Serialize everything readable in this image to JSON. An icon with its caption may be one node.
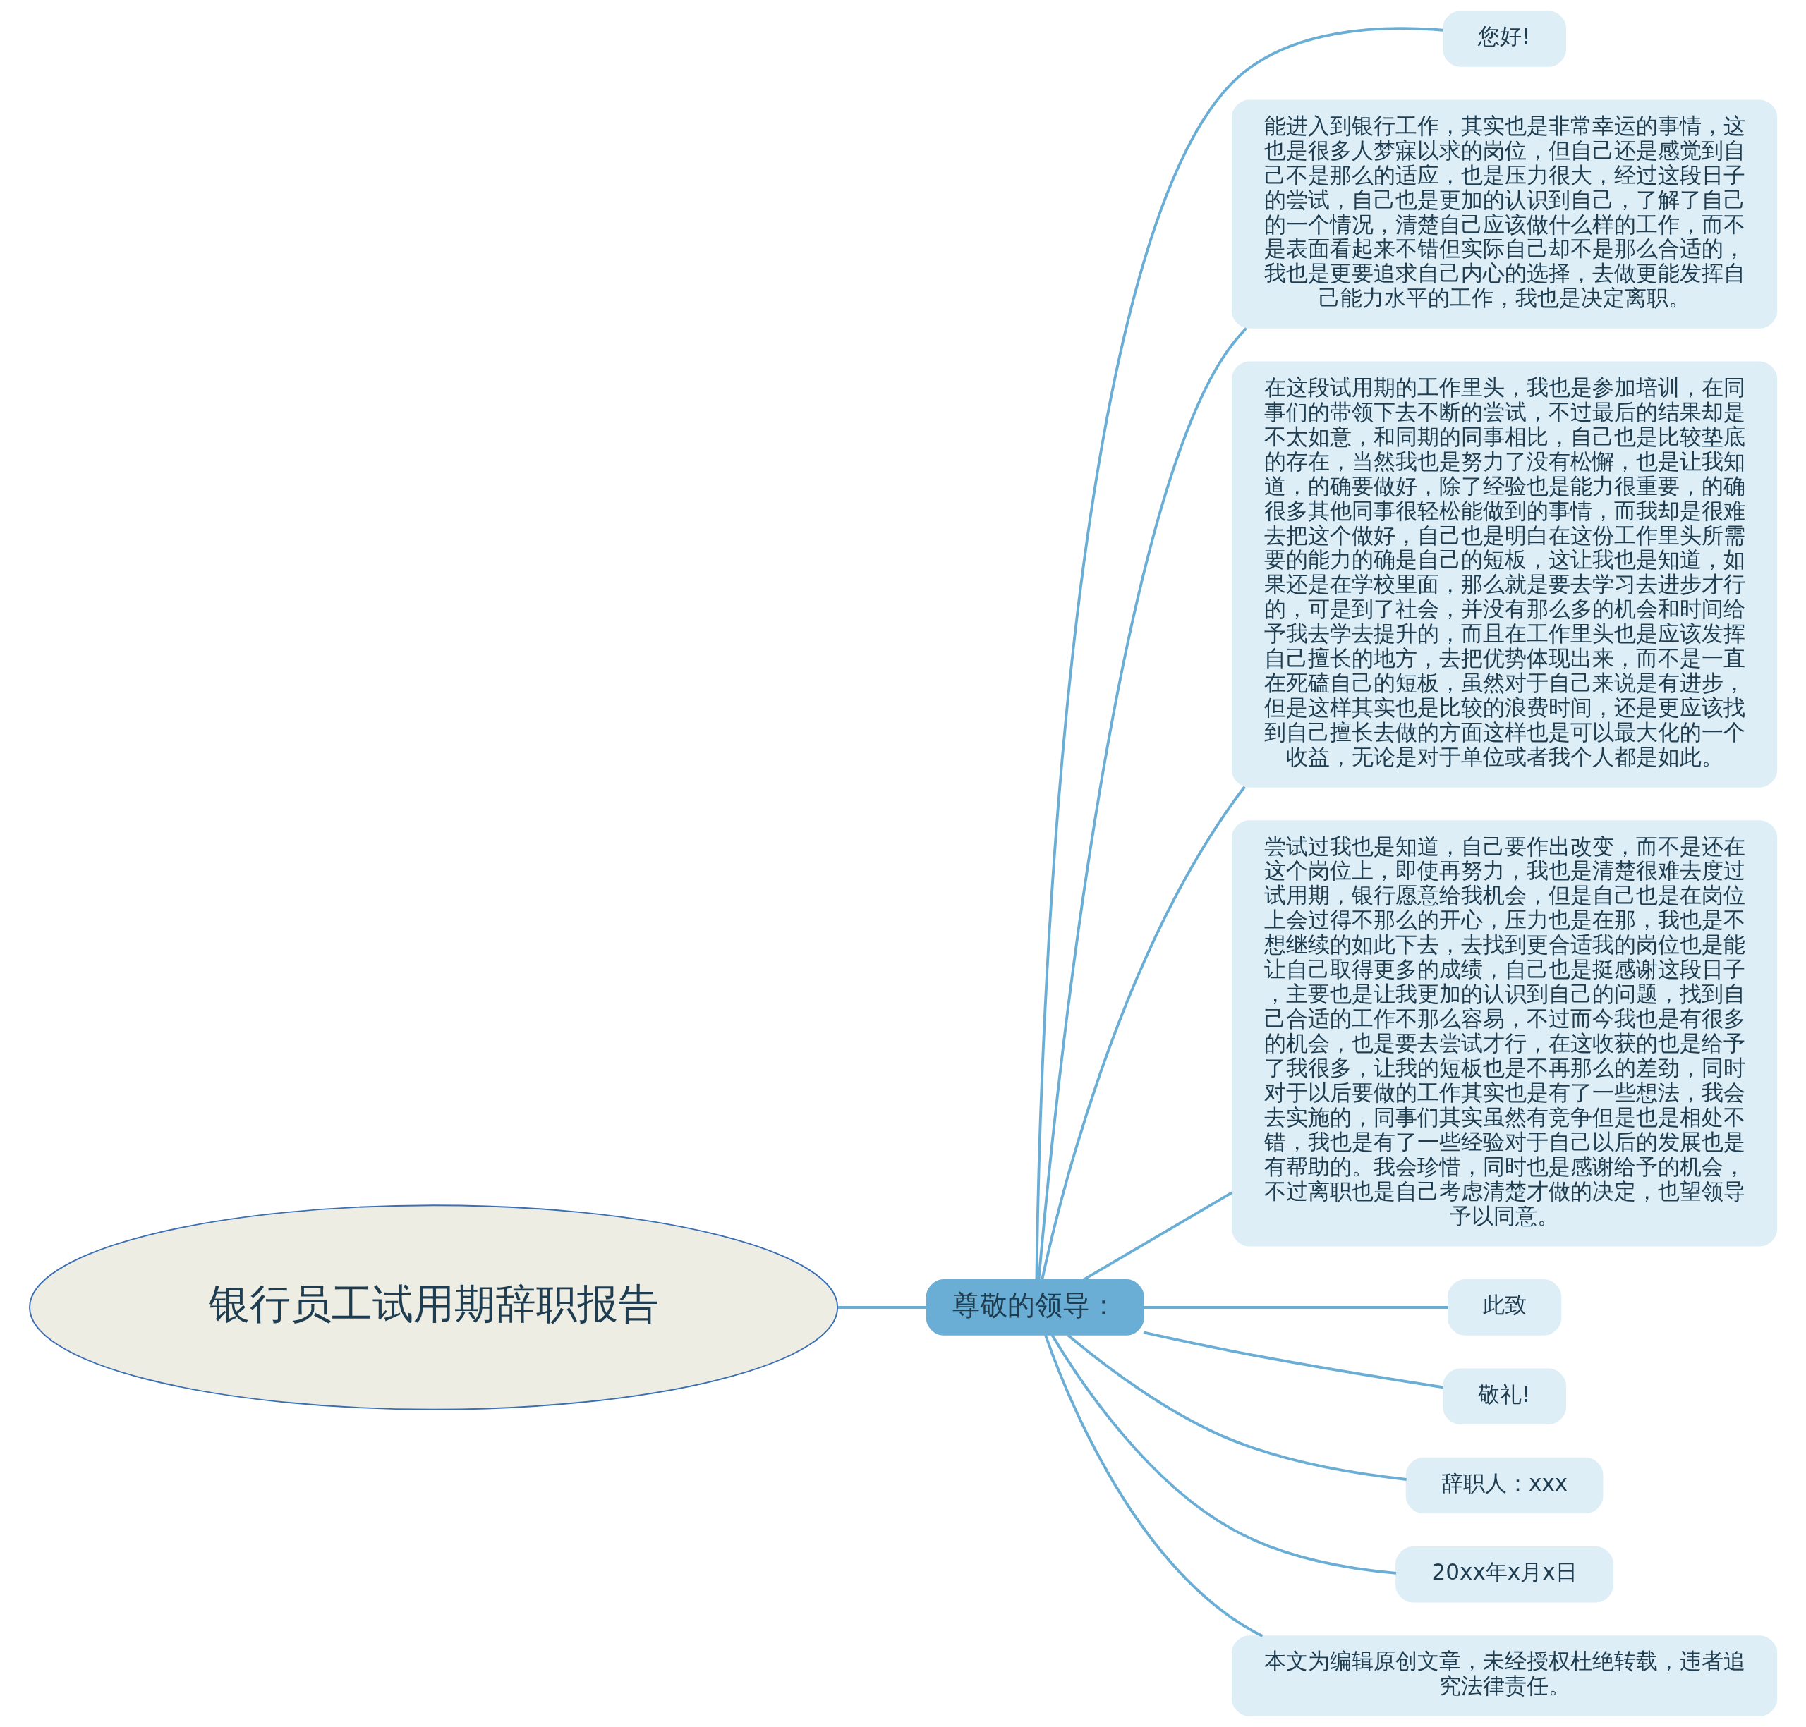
{
  "diagram": {
    "nodes": [
      {
        "text": [
          "银行员工试用期辞职报告"
        ]
      },
      {
        "text": [
          "尊敬的领导："
        ]
      },
      {
        "text": [
          "您好!"
        ]
      },
      {
        "text": [
          "能进入到银行工作，其实也是非常幸运的事情，这也是很多人梦寐以求的岗位，但自己还是感觉到自己不是那么的适应，也是压力很大，经过这段日子的尝试，自己也是更加的认识到自己，了解了自己的一个情况，清楚自己应该做什么样的工作，而不是表面看起来不错但实际自己却不是那么合适的，我也是更要追求自己内心的选择，去做更能发挥自己能力水平的工作，我也是决定离职。"
        ]
      },
      {
        "text": [
          "在这段试用期的工作里头，我也是参加培训，在同事们的带领下去不断的尝试，不过最后的结果却是不太如意，和同期的同事相比，自己也是比较垫底的存在，当然我也是努力了没有松懈，也是让我知道，的确要做好，除了经验也是能力很重要，的确很多其他同事很轻松能做到的事情，而我却是很难去把这个做好，自己也是明白在这份工作里头所需要的能力的确是自己的短板，这让我也是知道，如果还是在学校里面，那么就是要去学习去进步才行的，可是到了社会，并没有那么多的机会和时间给予我去学去提升的，而且在工作里头也是应该发挥自己擅长的地方，去把优势体现出来，而不是一直在死磕自己的短板，虽然对于自己来说是有进步，但是这样其实也是比较的浪费时间，还是更应该找到自己擅长去做的方面这样也是可以最大化的一个收益，无论是对于单位或者我个人都是如此。"
        ]
      },
      {
        "text": [
          "尝试过我也是知道，自己要作出改变，而不是还在这个岗位上，即使再努力，我也是清楚很难去度过试用期，银行愿意给我机会，但是自己也是在岗位上会过得不那么的开心，压力也是在那，我也是不想继续的如此下去，去找到更合适我的岗位也是能让自己取得更多的成绩，自己也是挺感谢这段日子，主要也是让我更加的认识到自己的问题，找到自己合适的工作不那么容易，不过而今我也是有很多的机会，也是要去尝试才行，在这收获的也是给予了我很多，让我的短板也是不再那么的差劲，同时对于以后要做的工作其实也是有了一些想法，我会去实施的，同事们其实虽然有竞争但是也是相处不错，我也是有了一些经验对于自己以后的发展也是有帮助的。我会珍惜，同时也是感谢给予的机会，不过离职也是自己考虑清楚才做的决定，也望领导予以同意。"
        ]
      },
      {
        "text": [
          "此致"
        ]
      },
      {
        "text": [
          "敬礼!"
        ]
      },
      {
        "text": [
          "辞职人：xxx"
        ]
      },
      {
        "text": [
          "20xx年x月x日"
        ]
      },
      {
        "text": [
          "本文为编辑原创文章，未经授权杜绝转载，违者追究法律责任。"
        ]
      }
    ],
    "edges": [
      {
        "from": 0,
        "to": 1,
        "arrow": "none"
      },
      {
        "from": 1,
        "to": 2,
        "arrow": "none"
      },
      {
        "from": 1,
        "to": 3,
        "arrow": "none"
      },
      {
        "from": 1,
        "to": 4,
        "arrow": "none"
      },
      {
        "from": 1,
        "to": 5,
        "arrow": "none"
      },
      {
        "from": 1,
        "to": 6,
        "arrow": "none"
      },
      {
        "from": 1,
        "to": 7,
        "arrow": "none"
      },
      {
        "from": 1,
        "to": 8,
        "arrow": "none"
      },
      {
        "from": 1,
        "to": 9,
        "arrow": "none"
      },
      {
        "from": 1,
        "to": 10,
        "arrow": "none"
      }
    ]
  }
}
